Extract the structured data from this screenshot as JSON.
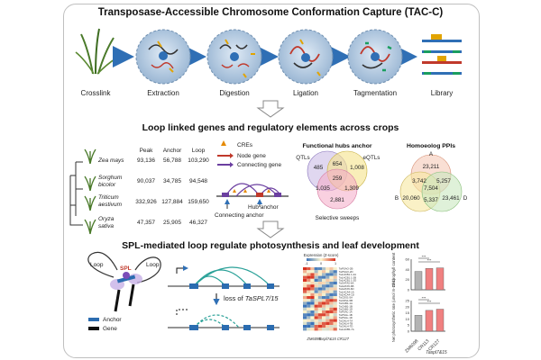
{
  "section1": {
    "title": "Transposase-Accessible Chromosome Conformation Capture (TAC-C)",
    "steps": [
      "Crosslink",
      "Extraction",
      "Digestion",
      "Ligation",
      "Tagmentation",
      "Library"
    ]
  },
  "section2": {
    "title": "Loop linked genes and regulatory elements across crops",
    "table": {
      "headers": [
        "Peak",
        "Anchor",
        "Loop"
      ],
      "rows": [
        {
          "species": [
            "Zea mays"
          ],
          "peak": "93,136",
          "anchor": "56,788",
          "loop": "103,290"
        },
        {
          "species": [
            "Sorghum",
            "bicolor"
          ],
          "peak": "90,037",
          "anchor": "34,785",
          "loop": "94,548"
        },
        {
          "species": [
            "Triticum",
            "aestivum"
          ],
          "peak": "332,926",
          "anchor": "127,884",
          "loop": "159,650"
        },
        {
          "species": [
            "Oryza",
            "sativa"
          ],
          "peak": "47,357",
          "anchor": "25,905",
          "loop": "46,327"
        }
      ]
    },
    "legend": {
      "cres": "CREs",
      "node": "Node gene",
      "connecting": "Connecting gene"
    },
    "hub_label": "Hub anchor",
    "connecting_anchor": "Connecting anchor",
    "venn1": {
      "title": "Functional hubs anchor",
      "labels": {
        "qtl": "QTLs",
        "eqtl": "eQTLs",
        "sweeps": "Selective sweeps"
      },
      "values": {
        "q": "485",
        "qe": "654",
        "e": "1,008",
        "all": "259",
        "qs": "1,035",
        "es": "1,309",
        "s": "2,881"
      }
    },
    "venn2": {
      "title": "Homoeolog PPIs",
      "labels": {
        "a": "A",
        "b": "B",
        "d": "D"
      },
      "values": {
        "a": "23,211",
        "ab": "3,742",
        "ad": "5,257",
        "abd": "7,504",
        "b": "20,060",
        "bd": "5,337",
        "d": "23,461"
      }
    }
  },
  "section3": {
    "title": "SPL-mediated loop regulate photosynthesis and leaf development",
    "loop_left": "Loop",
    "loop_right": "Loop",
    "spl": "SPL",
    "legend": {
      "anchor": "Anchor",
      "gene": "Gene"
    },
    "loss_prefix": "loss of ",
    "loss_gene": "TaSPL7/15",
    "heatmap": {
      "scale_title": "Expression (Z-score)",
      "scale_ticks": [
        "-1",
        "0",
        "1"
      ],
      "genes": [
        "TaPSAO-2B",
        "TaPSAO-2D",
        "TaLHCB1.1-2A",
        "TaLHCB1.1-2B",
        "TaLHCB1.1-2D",
        "TaGATA5-6A",
        "TaGATA5-6B",
        "TaGATA5-6D",
        "TaLHCA4-1A",
        "TaLHCA4-1D",
        "TaCDS1-5A",
        "TaCDS1-5B",
        "TaCAB1-1A",
        "TaCAB1-1B",
        "TaCAB1-1D",
        "TaPSAL-1A",
        "TaPSAL-1B",
        "TaPSAL-1D",
        "TaCHLH-7A",
        "TaCHLH-7B",
        "TaCHLH-7D",
        "TaLHCB5-7A"
      ],
      "columns": [
        "ZM",
        "ZM",
        "ZM",
        "CR1",
        "CR1",
        "CR1",
        "CR2",
        "CR2",
        "CR2"
      ],
      "group_labels": [
        "ZM6098",
        "Taspl7&15 CR127"
      ]
    },
    "bar1": {
      "ylabel": "Chlorophyll content",
      "ticks": [
        "60",
        "40",
        "20",
        "0"
      ],
      "stars": [
        "***",
        "***"
      ],
      "values": [
        36,
        42,
        43
      ],
      "ymax": 60
    },
    "bar2": {
      "ylabel": "Net photosynthetic rate (umol m-2s-1)",
      "ticks": [
        "25",
        "20",
        "15",
        "10",
        "5",
        "0"
      ],
      "stars": [
        "***",
        "***"
      ],
      "values": [
        13,
        17,
        18
      ],
      "ymax": 25
    },
    "bar_xlabels": [
      "ZM6098",
      "CR113",
      "CR127"
    ],
    "bar_group": "Taspl7&15"
  },
  "colors": {
    "accent": "#2f6fb5",
    "heat_hi": "#d7301f",
    "heat_lo": "#3b73b9",
    "bar": "#f08080",
    "anchor": "#2b6cb0"
  }
}
